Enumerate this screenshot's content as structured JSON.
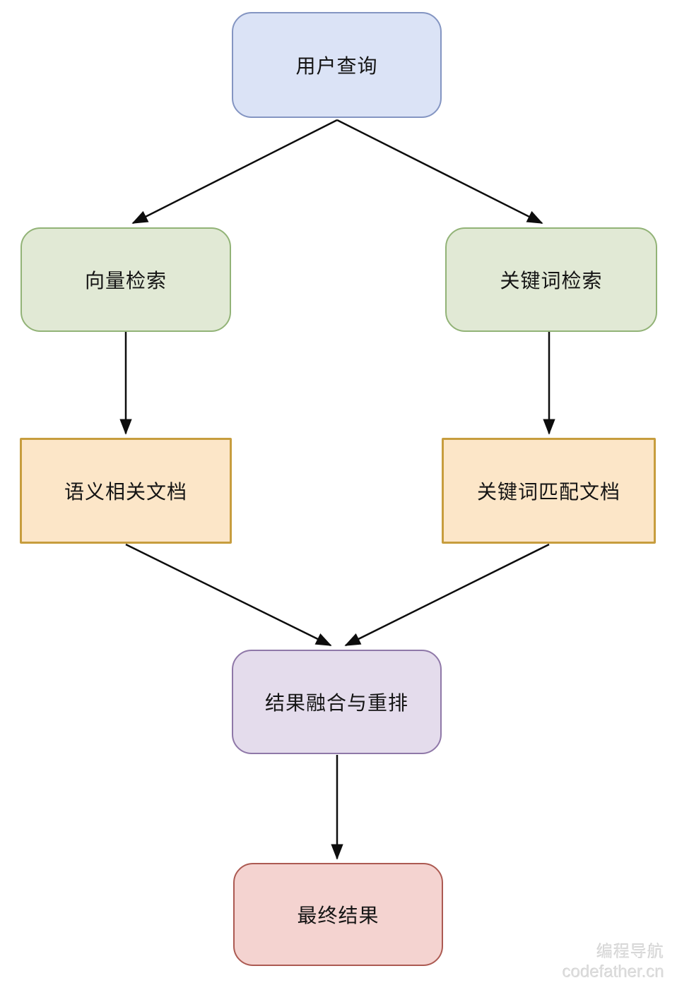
{
  "diagram": {
    "type": "flowchart",
    "description": "Hybrid retrieval pipeline flowchart",
    "nodes": [
      {
        "id": "user-query",
        "label": "用户查询",
        "fill": "#dbe3f6",
        "border": "#8495c2",
        "shape": "rounded"
      },
      {
        "id": "vector-retrieval",
        "label": "向量检索",
        "fill": "#e1e9d5",
        "border": "#92b377",
        "shape": "rounded"
      },
      {
        "id": "keyword-retrieval",
        "label": "关键词检索",
        "fill": "#e1e9d5",
        "border": "#92b377",
        "shape": "rounded"
      },
      {
        "id": "semantic-docs",
        "label": "语义相关文档",
        "fill": "#fce6c8",
        "border": "#c79d3e",
        "shape": "rectangle"
      },
      {
        "id": "keyword-docs",
        "label": "关键词匹配文档",
        "fill": "#fce6c8",
        "border": "#c79d3e",
        "shape": "rectangle"
      },
      {
        "id": "fusion-rerank",
        "label": "结果融合与重排",
        "fill": "#e4dcec",
        "border": "#8f78a8",
        "shape": "rounded"
      },
      {
        "id": "final-result",
        "label": "最终结果",
        "fill": "#f4d3d0",
        "border": "#ac5a52",
        "shape": "rounded"
      }
    ],
    "edges": [
      {
        "from": "user-query",
        "to": "vector-retrieval"
      },
      {
        "from": "user-query",
        "to": "keyword-retrieval"
      },
      {
        "from": "vector-retrieval",
        "to": "semantic-docs"
      },
      {
        "from": "keyword-retrieval",
        "to": "keyword-docs"
      },
      {
        "from": "semantic-docs",
        "to": "fusion-rerank"
      },
      {
        "from": "keyword-docs",
        "to": "fusion-rerank"
      },
      {
        "from": "fusion-rerank",
        "to": "final-result"
      }
    ],
    "edge_color": "#0d0d0d"
  },
  "watermark": {
    "line1": "编程导航",
    "line2": "codefather.cn",
    "color": "#dcdcdc"
  }
}
